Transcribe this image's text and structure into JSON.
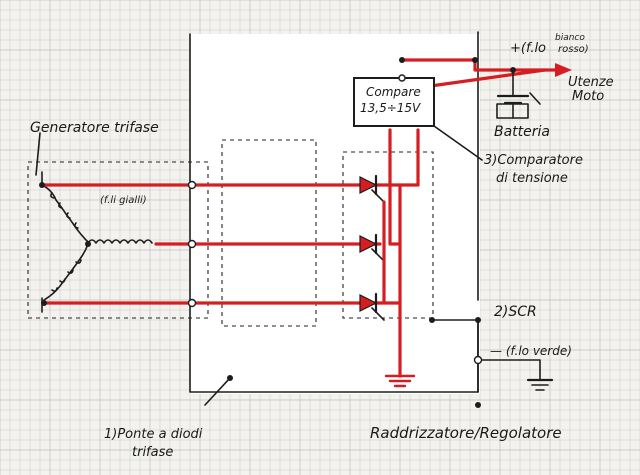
{
  "labels": {
    "generator": "Generatore trifase",
    "yellow_wires": "(f.li gialli)",
    "bridge_line1": "1)Ponte a diodi",
    "bridge_line2": "trifase",
    "comparator_box_line1": "Compare",
    "comparator_box_line2": "13,5÷15V",
    "comparator_note_line1": "3)Comparatore",
    "comparator_note_line2": "di tensione",
    "battery": "Batteria",
    "red_wire_top": "bianco",
    "red_wire": "rosso)",
    "plus_red": "+(f.lo",
    "loads_line1": "Utenze",
    "loads_line2": "Moto",
    "scr": "2)SCR",
    "minus_green": "— (f.lo verde)",
    "rectifier_regulator": "Raddrizzatore/Regolatore"
  },
  "colors": {
    "wire_highlight": "#d61e22",
    "ink": "#1d1d1d",
    "paper": "#f3f2ee",
    "grid": "#c9c9c9"
  }
}
